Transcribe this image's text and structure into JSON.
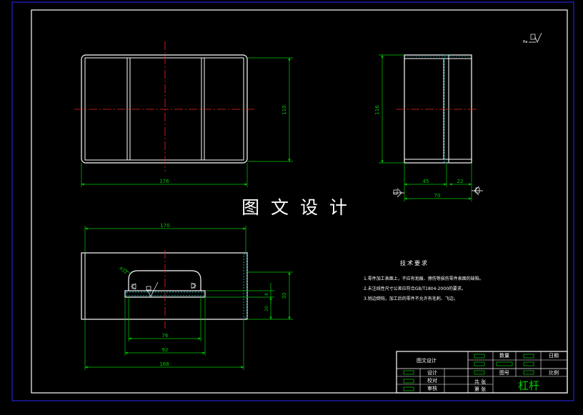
{
  "drawing": {
    "watermark": "图 文 设 计",
    "dimensions": {
      "front_width": "176",
      "front_height": "110",
      "side_height": "116",
      "side_inner": "45",
      "side_right": "22",
      "side_total": "70",
      "bottom_top": "170",
      "bottom_inner": "76",
      "bottom_mid": "92",
      "bottom_total": "168",
      "bottom_h1": "8",
      "bottom_h2": "20",
      "bottom_h3": "30",
      "radius": "R12"
    },
    "roughness_symbol": "▽",
    "tech_requirements": {
      "title": "技术要求",
      "items": [
        "1.零件加工表面上，不应有划痕、擦伤等损伤零件表面的缺陷。",
        "2.未注线性尺寸公差应符合GB/T1804-2000的要求。",
        "3.锐边倒钝，加工后的零件不允许有毛刺、飞边。"
      ]
    },
    "title_block": {
      "part_name": "杠杆",
      "labels": {
        "weight": "数量",
        "ratio": "比例",
        "drawing_no": "图号",
        "sheet": "共 张",
        "sheet_of": "第 张",
        "stage": "日期",
        "designer": "设计",
        "checker": "校对",
        "approver": "审核",
        "company": "图文设计"
      }
    },
    "colors": {
      "line": "#ffffff",
      "dimension": "#00cc00",
      "center": "#ff2020",
      "frame": "#2a2aff",
      "cyan": "#00d8d8"
    }
  }
}
